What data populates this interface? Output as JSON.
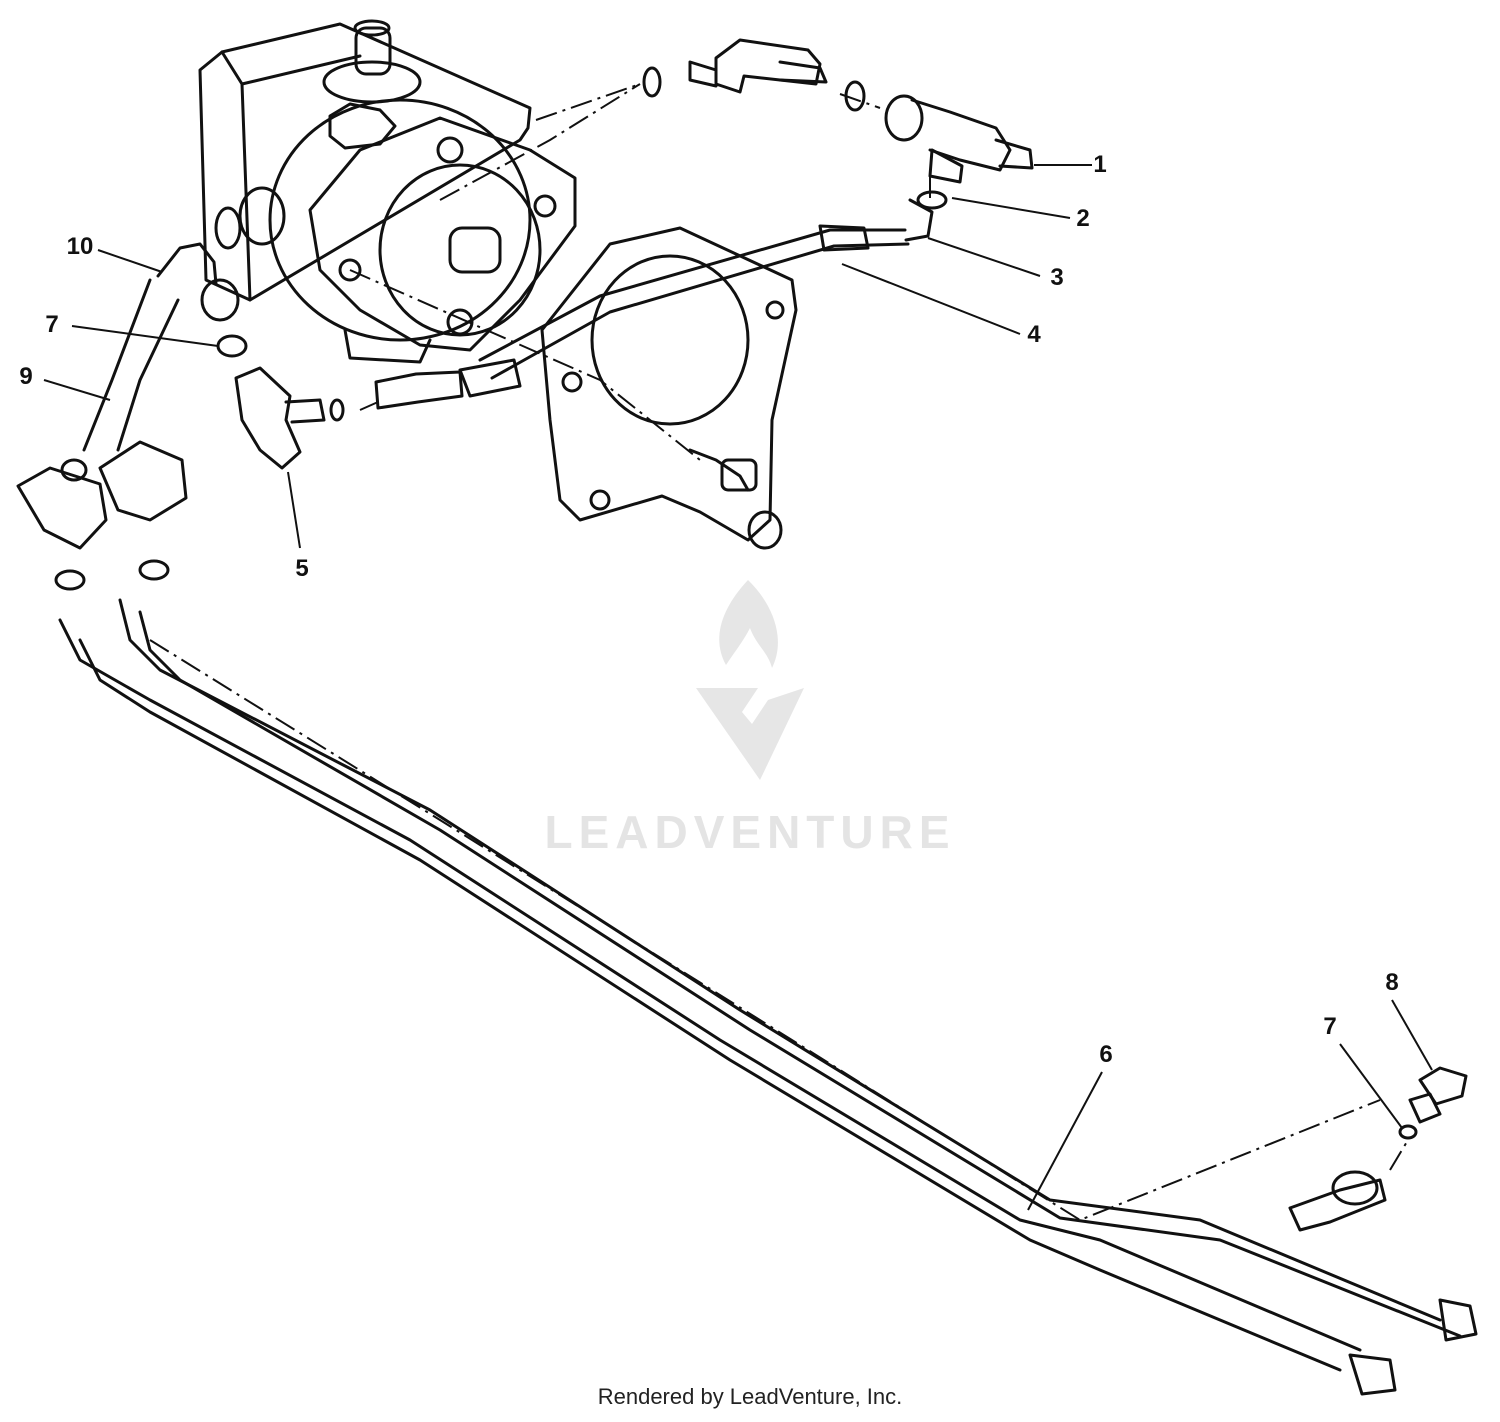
{
  "watermark": {
    "text": "LEADVENTURE"
  },
  "credit": "Rendered by LeadVenture, Inc.",
  "callouts": [
    {
      "id": "c1",
      "label": "1"
    },
    {
      "id": "c2",
      "label": "2"
    },
    {
      "id": "c3",
      "label": "3"
    },
    {
      "id": "c4",
      "label": "4"
    },
    {
      "id": "c5",
      "label": "5"
    },
    {
      "id": "c6",
      "label": "6"
    },
    {
      "id": "c7a",
      "label": "7"
    },
    {
      "id": "c7b",
      "label": "7"
    },
    {
      "id": "c8",
      "label": "8"
    },
    {
      "id": "c9",
      "label": "9"
    },
    {
      "id": "c10",
      "label": "10"
    }
  ]
}
